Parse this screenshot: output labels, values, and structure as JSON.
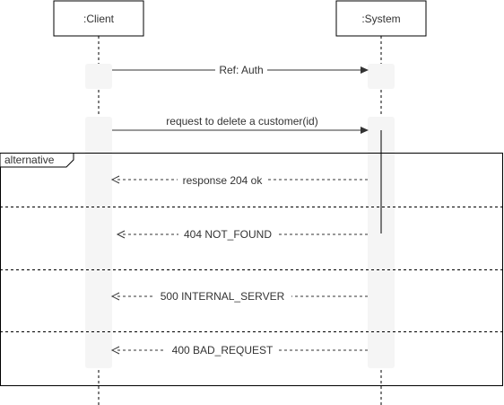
{
  "participants": {
    "client": ":Client",
    "system": ":System"
  },
  "messages": {
    "ref_auth": "Ref: Auth",
    "delete_request": "request to delete a customer(id)",
    "response_ok": "response 204 ok",
    "not_found": "404 NOT_FOUND",
    "internal_error": "500 INTERNAL_SERVER",
    "bad_request": "400 BAD_REQUEST"
  },
  "fragment": {
    "label": "alternative"
  },
  "colors": {
    "line": "#000000",
    "message_line": "#333333",
    "activation": "#f5f5f5",
    "text": "#333333"
  }
}
